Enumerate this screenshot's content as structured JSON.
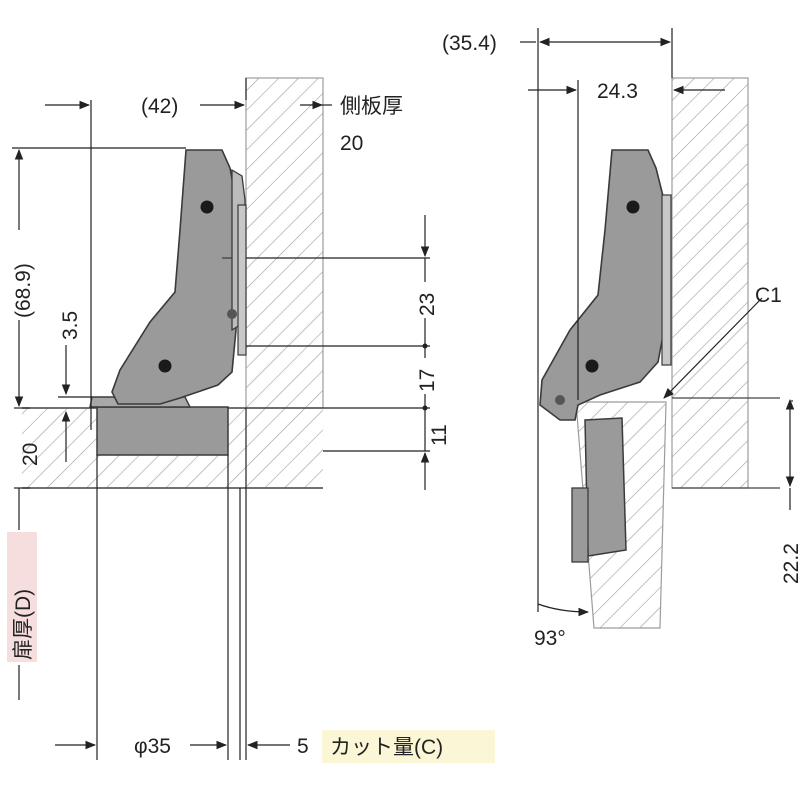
{
  "left_view": {
    "dim_top_width": "(42)",
    "side_panel_label": "側板厚",
    "side_panel_value": "20",
    "dim_overall_height": "(68.9)",
    "dim_offset_small": "3.5",
    "dim_door_thickness": "20",
    "dim_mount_upper": "23",
    "dim_mount_lower": "17",
    "dim_cup_depth": "11",
    "door_thickness_label": "扉厚(D)",
    "cup_diameter": "φ35",
    "cut_value": "5",
    "cut_label": "カット量(C)"
  },
  "right_view": {
    "dim_outer_width": "(35.4)",
    "dim_inner_width": "24.3",
    "clearance_label": "C1",
    "dim_height": "22.2",
    "open_angle": "93°"
  },
  "colors": {
    "label_highlight_pink": "#f7dede",
    "label_highlight_yellow": "#fbf6d6",
    "hinge_fill": "#9a9a9a",
    "hinge_stroke": "#3a3a3a",
    "hatch": "#9c9c9c",
    "line": "#222222"
  }
}
